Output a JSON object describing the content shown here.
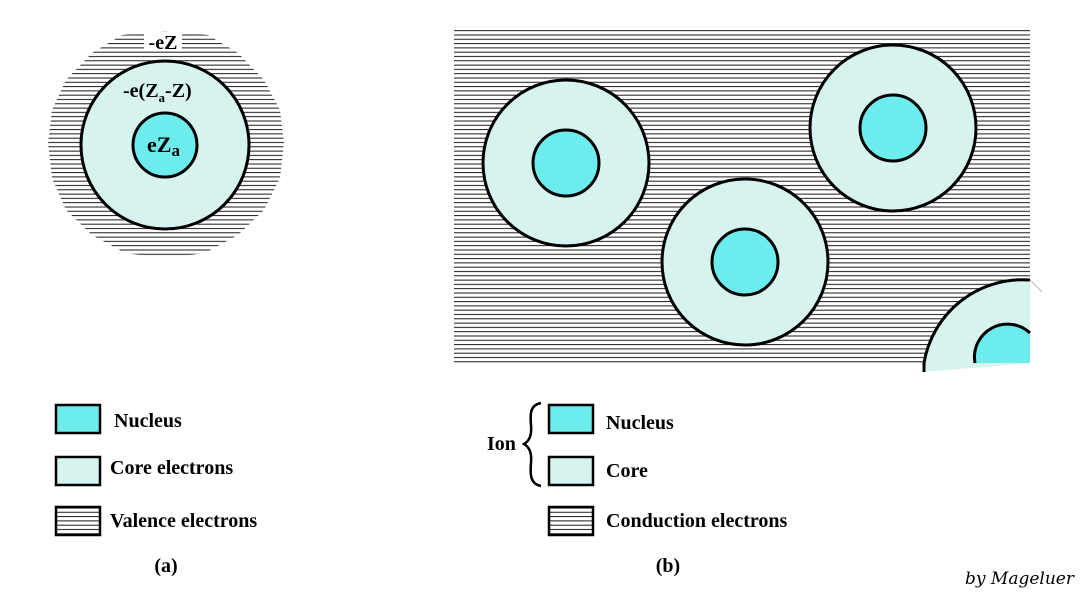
{
  "colors": {
    "nucleus": "#6cecec",
    "core": "#d6f3ef",
    "stripes": "#000000",
    "background": "#ffffff"
  },
  "panel_a": {
    "labels": {
      "outer_charge": "-eZ",
      "core_charge_prefix": "-e(Z",
      "core_charge_sub": "a",
      "core_charge_suffix": "-Z)",
      "nucleus_charge_prefix": "eZ",
      "nucleus_charge_sub": "a"
    },
    "legend": [
      {
        "fill": "nucleus",
        "label": "Nucleus"
      },
      {
        "fill": "core",
        "label": "Core electrons"
      },
      {
        "fill": "stripes",
        "label": "Valence electrons"
      }
    ],
    "caption": "(a)"
  },
  "panel_b": {
    "bracket_label": "Ion",
    "legend": [
      {
        "fill": "nucleus",
        "label": "Nucleus"
      },
      {
        "fill": "core",
        "label": "Core"
      },
      {
        "fill": "stripes",
        "label": "Conduction electrons"
      }
    ],
    "caption": "(b)"
  },
  "signature": "by Mageluer"
}
